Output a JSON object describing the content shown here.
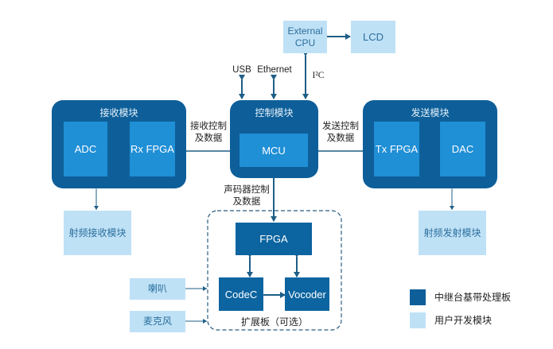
{
  "top": {
    "external_cpu": "External\nCPU",
    "lcd": "LCD"
  },
  "interfaces": {
    "usb": "USB",
    "ethernet": "Ethernet",
    "i2c": "I²C"
  },
  "receive_module": {
    "title": "接收模块",
    "adc": "ADC",
    "rx_fpga": "Rx FPGA"
  },
  "control_module": {
    "title": "控制模块",
    "mcu": "MCU"
  },
  "send_module": {
    "title": "发送模块",
    "tx_fpga": "Tx FPGA",
    "dac": "DAC"
  },
  "links": {
    "rx_ctrl_line1": "接收控制",
    "rx_ctrl_line2": "及数据",
    "tx_ctrl_line1": "发送控制",
    "tx_ctrl_line2": "及数据",
    "vocoder_ctrl_line1": "声码器控制",
    "vocoder_ctrl_line2": "及数据"
  },
  "rf": {
    "receive": "射频接收模块",
    "transmit": "射频发射模块"
  },
  "expansion": {
    "fpga": "FPGA",
    "codec": "CodeC",
    "vocoder": "Vocoder",
    "caption": "扩展板（可选）"
  },
  "peripherals": {
    "speaker": "喇叭",
    "microphone": "麦克风"
  },
  "legend": {
    "items": [
      {
        "label": "中继台基带处理板",
        "color": "#0e5f99"
      },
      {
        "label": "用户开发模块",
        "color": "#bfe1f6"
      }
    ]
  }
}
